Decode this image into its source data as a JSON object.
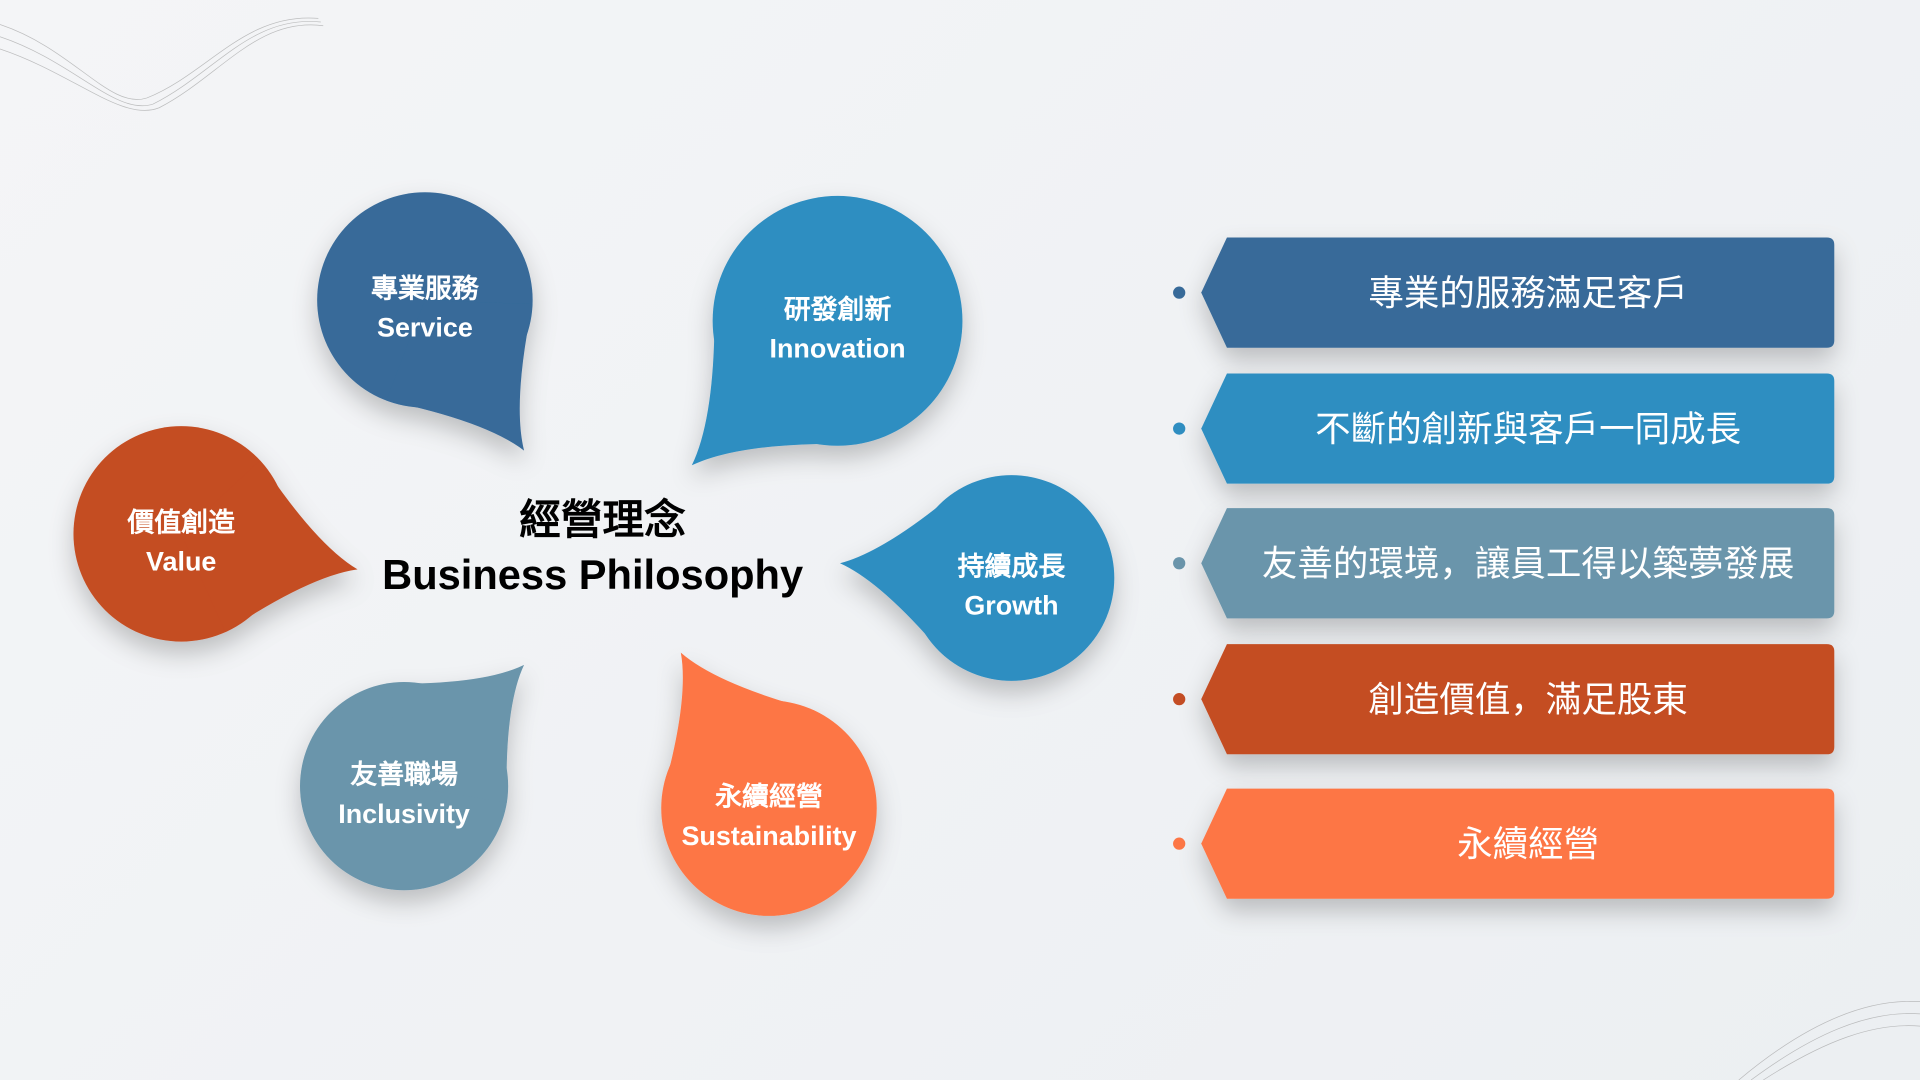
{
  "center": {
    "title_zh": "經營理念",
    "title_en": "Business Philosophy"
  },
  "bubbles": [
    {
      "zh": "專業服務",
      "en": "Service",
      "color": "#376a99"
    },
    {
      "zh": "研發創新",
      "en": "Innovation",
      "color": "#2f8ec1"
    },
    {
      "zh": "價值創造",
      "en": "Value",
      "color": "#c44d24"
    },
    {
      "zh": "持續成長",
      "en": "Growth",
      "color": "#2f8ec1"
    },
    {
      "zh": "友善職場",
      "en": "Inclusivity",
      "color": "#6a95ab"
    },
    {
      "zh": "永續經營",
      "en": "Sustainability",
      "color": "#fd7645"
    }
  ],
  "banners": [
    {
      "text": "專業的服務滿足客戶",
      "color": "#376a99"
    },
    {
      "text": "不斷的創新與客戶一同成長",
      "color": "#2f8ec1"
    },
    {
      "text": "友善的環境，讓員工得以築夢發展",
      "color": "#6a95ab"
    },
    {
      "text": "創造價值，滿足股東",
      "color": "#c44d24"
    },
    {
      "text": "永續經營",
      "color": "#fd7645"
    }
  ]
}
